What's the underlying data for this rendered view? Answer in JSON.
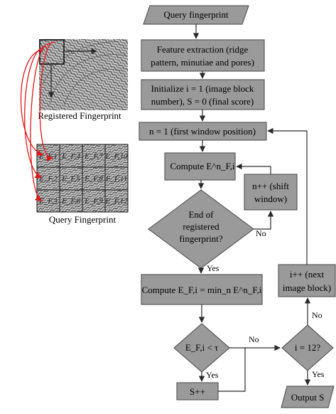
{
  "figure": {
    "registered_caption": "Registered Fingerprint",
    "query_caption": "Query Fingerprint",
    "grid_cells": [
      [
        "E_F,1",
        "E_F,4",
        "E_F,7",
        "E_F,10"
      ],
      [
        "E_F,2",
        "E_F,5",
        "E_F,8",
        "E_F,11"
      ],
      [
        "E_F,3",
        "E_F,6",
        "E_F,9",
        "E_F,12"
      ]
    ]
  },
  "flow": {
    "query": "Query fingerprint",
    "feature_1": "Feature extraction (ridge",
    "feature_2": "pattern, minutiae and pores)",
    "init_1": "Initialize i = 1 (image block",
    "init_2": "number), S = 0 (final score)",
    "window_first": "n = 1 (first window position)",
    "compute_en": "Compute E^n_F,i",
    "shift_1": "n++ (shift",
    "shift_2": "window)",
    "end_1": "End of",
    "end_2": "registered",
    "end_3": "fingerprint?",
    "compute_min": "Compute E_F,i = min_n E^n_F,i",
    "decision_tau": "E_F,i < τ",
    "decision_i12": "i = 12?",
    "inc_s": "S++",
    "inc_i_1": "i++ (next",
    "inc_i_2": "image block)",
    "output": "Output S",
    "yes": "Yes",
    "no": "No"
  },
  "colors": {
    "node_fill": "#9a9a9a",
    "node_stroke": "#5a5a5a",
    "arrow": "#2a2a2a",
    "highlight": "#e01818"
  }
}
